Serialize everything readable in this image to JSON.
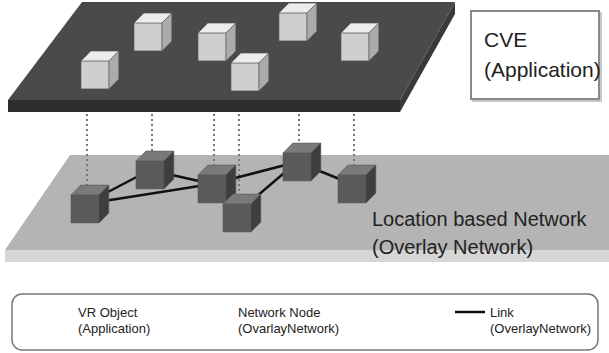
{
  "diagram": {
    "nodes": [
      {
        "text": [
          "CVE (Application)"
        ]
      }
    ],
    "labels": [
      "Location based Network (Overlay Network)"
    ],
    "legend": [
      {
        "text": "VR Object (Application)"
      },
      {
        "text": "Network Node (OvarlayNetwork)"
      },
      {
        "text": "Link (OverlayNetwork)"
      }
    ]
  }
}
